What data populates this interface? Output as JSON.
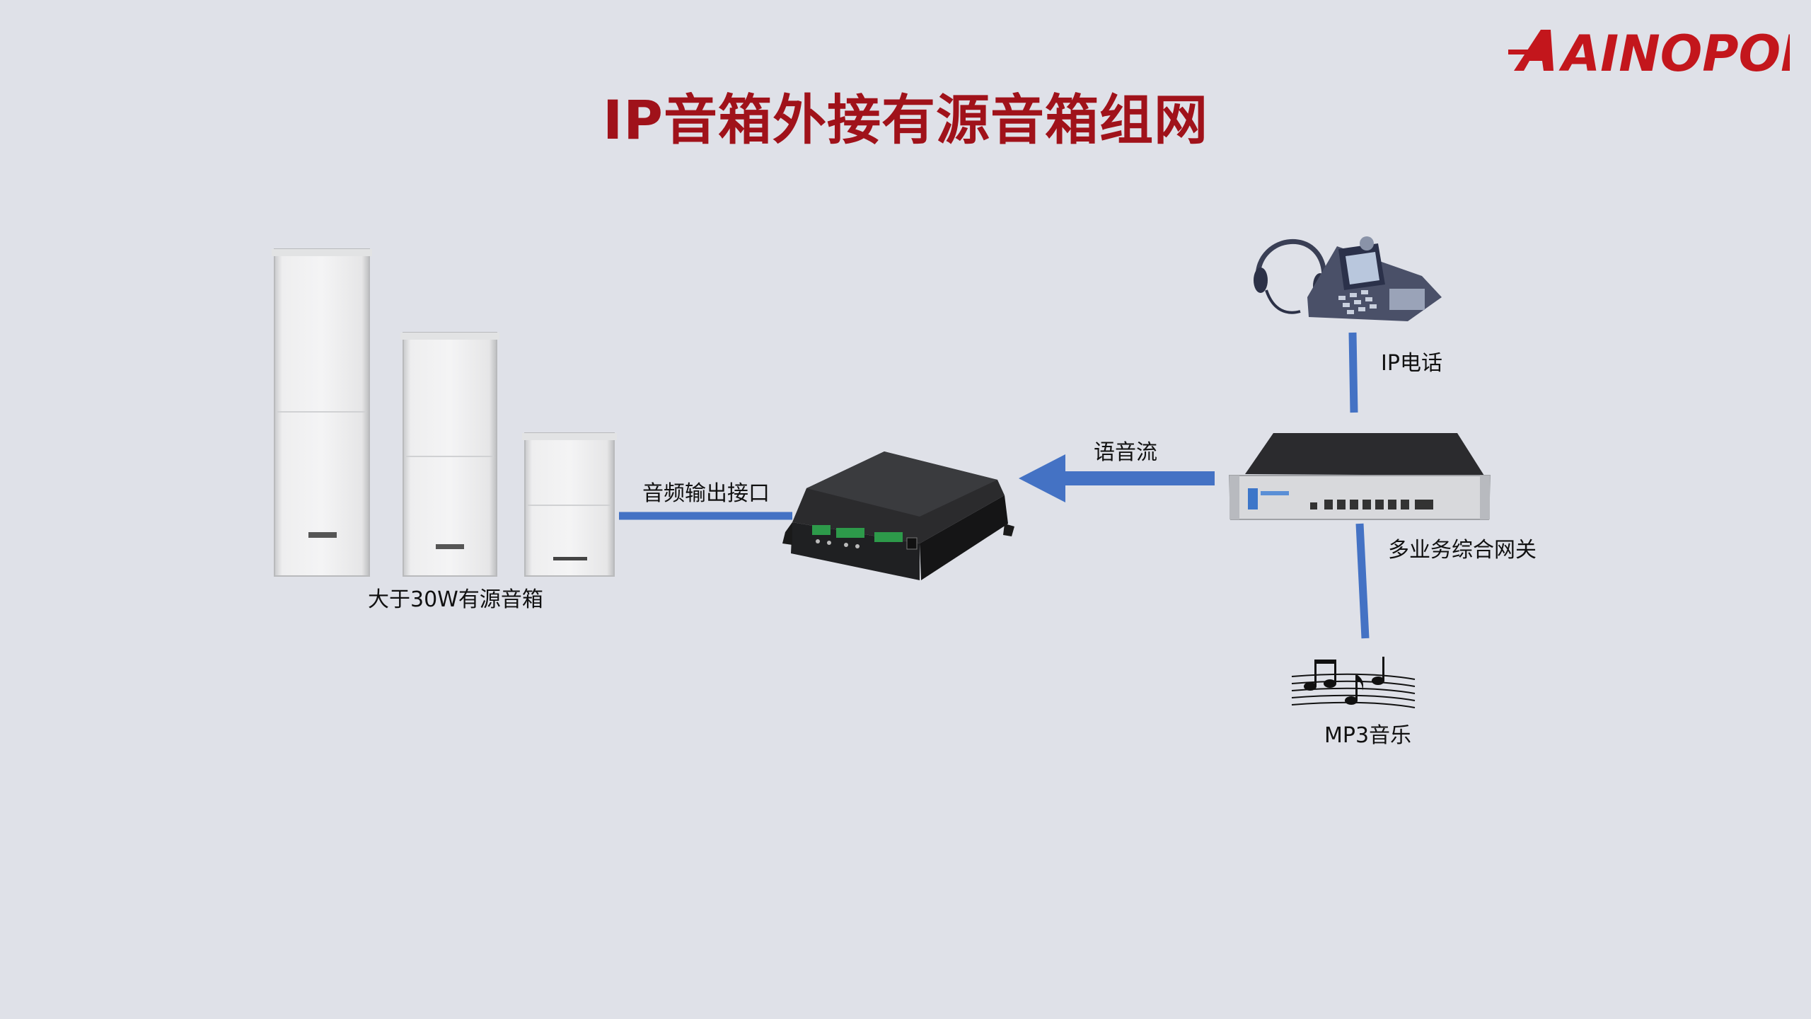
{
  "title": "IP音箱外接有源音箱组网",
  "logo": {
    "text": "AINOPOL",
    "color": "#c3161c"
  },
  "labels": {
    "speakers": "大于30W有源音箱",
    "audio_port": "音频输出接口",
    "voice_stream": "语音流",
    "ip_phone": "IP电话",
    "gateway": "多业务综合网关",
    "mp3": "MP3音乐"
  },
  "colors": {
    "link": "#4472c4",
    "title": "#a0121a",
    "background": "#dfe1e8"
  }
}
